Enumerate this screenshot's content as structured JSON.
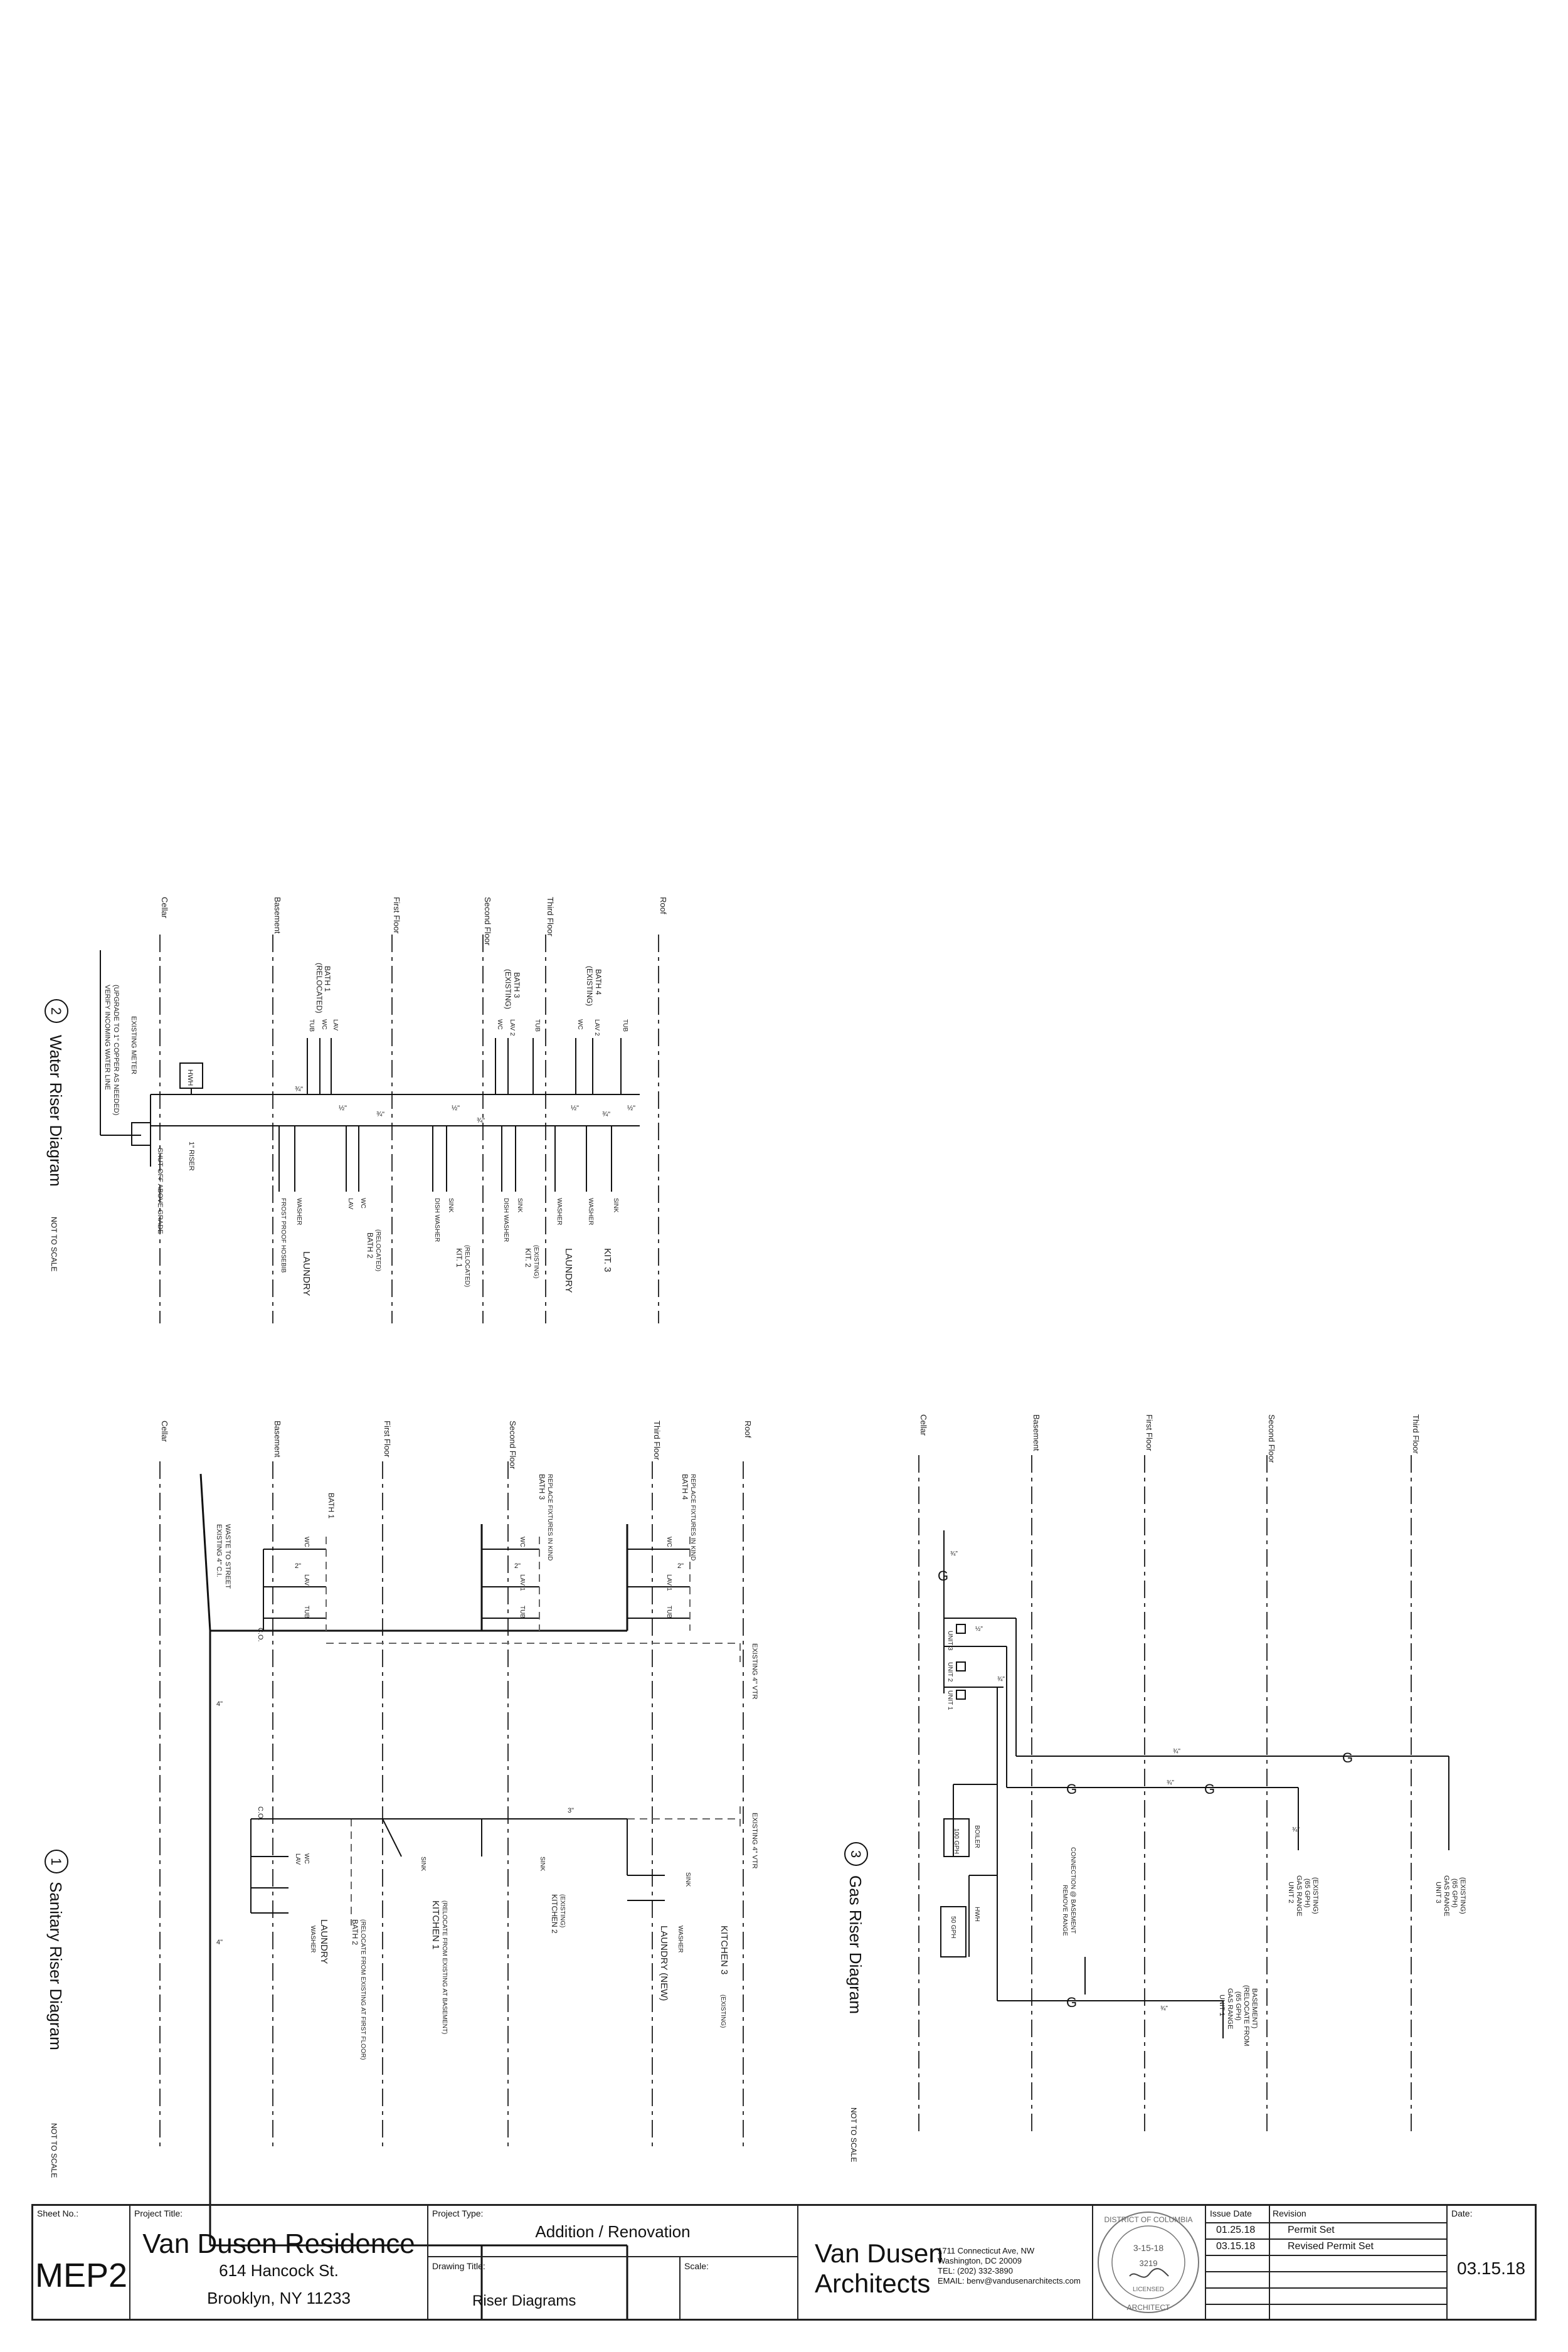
{
  "water": {
    "title": "Water Riser Diagram",
    "number": "2",
    "scale": "NOT TO SCALE",
    "floors": [
      "Cellar",
      "Basement",
      "First Floor",
      "Second Floor",
      "Third Floor",
      "Roof"
    ],
    "meter_note": "EXISTING METER",
    "main_note_1": "VERIFY INCOMING WATER LINE",
    "main_note_2": "(UPGRADE TO 1\" COPPER AS NEEDED)",
    "riser_note": "1\" RISER",
    "shutoff_note": "SHUT-OFF ABOVE GRADE",
    "hwh": "HWH",
    "left_groups": [
      {
        "name": "BATH 1",
        "note": "(RELOCATED)",
        "fixtures": [
          "TUB",
          "WC",
          "LAV"
        ]
      },
      {
        "name": "BATH 3",
        "note": "(EXISTING)",
        "fixtures": [
          "WC",
          "LAV 2",
          "TUB"
        ]
      },
      {
        "name": "BATH 4",
        "note": "(EXISTING)",
        "fixtures": [
          "WC",
          "LAV 2",
          "TUB"
        ]
      }
    ],
    "right_groups": [
      {
        "name": "LAUNDRY",
        "note": "",
        "fixtures": [
          "FROST PROOF HOSEBIB",
          "WASHER"
        ]
      },
      {
        "name": "BATH 2",
        "note": "(RELOCATED)",
        "fixtures": [
          "LAV",
          "WC"
        ]
      },
      {
        "name": "KIT. 1",
        "note": "(RELOCATED)",
        "fixtures": [
          "DISH WASHER",
          "SINK"
        ]
      },
      {
        "name": "KIT. 2",
        "note": "(EXISTING)",
        "fixtures": [
          "DISH WASHER",
          "SINK"
        ]
      },
      {
        "name": "LAUNDRY",
        "note": "",
        "fixtures": [
          "WASHER"
        ]
      },
      {
        "name": "KIT. 3",
        "note": "",
        "fixtures": [
          "WASHER",
          "SINK"
        ]
      }
    ],
    "sizes": [
      "¾\"",
      "½\"",
      "¾\"",
      "½\"",
      "¾\"",
      "½\"",
      "¾\"",
      "½\""
    ]
  },
  "sanitary": {
    "title": "Sanitary Riser Diagram",
    "number": "1",
    "scale": "NOT TO SCALE",
    "floors": [
      "Cellar",
      "Basement",
      "First Floor",
      "Second Floor",
      "Third Floor",
      "Roof"
    ],
    "waste_note_1": "EXISTING 4\" C.I.",
    "waste_note_2": "WASTE TO STREET",
    "co": "C.O.",
    "vtr": "EXISTING 4\" VTR",
    "left_groups": [
      {
        "name": "BATH 1",
        "note": "",
        "fixtures": [
          "WC",
          "LAV",
          "TUB"
        ]
      },
      {
        "name": "BATH 3",
        "note": "REPLACE FIXTURES IN KIND",
        "fixtures": [
          "WC",
          "LAV 1",
          "TUB"
        ]
      },
      {
        "name": "BATH 4",
        "note": "REPLACE FIXTURES IN KIND",
        "fixtures": [
          "WC",
          "LAV 1",
          "TUB"
        ]
      }
    ],
    "right_groups": [
      {
        "name": "BATH 2",
        "note": "(RELOCATE FROM EXISTING AT FIRST FLOOR)",
        "fixtures": [
          "LAV",
          "WC"
        ]
      },
      {
        "name": "LAUNDRY",
        "note": "",
        "fixtures": [
          "WASHER"
        ]
      },
      {
        "name": "KITCHEN 1",
        "note": "(RELOCATE FROM EXISTING AT BASEMENT)",
        "fixtures": [
          "SINK"
        ]
      },
      {
        "name": "KITCHEN 2",
        "note": "(EXISTING)",
        "fixtures": [
          "SINK"
        ]
      },
      {
        "name": "LAUNDRY (NEW)",
        "note": "",
        "fixtures": [
          "WASHER"
        ]
      },
      {
        "name": "KITCHEN 3",
        "note": "(EXISTING)",
        "fixtures": [
          "SINK"
        ]
      }
    ],
    "sizes": [
      "2\"",
      "4\"",
      "2\"",
      "3\"",
      "4\"",
      "2\""
    ]
  },
  "gas": {
    "title": "Gas Riser Diagram",
    "number": "3",
    "scale": "NOT TO SCALE",
    "floors": [
      "Cellar",
      "Basement",
      "First Floor",
      "Second Floor",
      "Third Floor"
    ],
    "meters": [
      "UNIT 3",
      "UNIT 2",
      "UNIT 1"
    ],
    "boiler": "BOILER",
    "boiler_rating": "100 GPH",
    "hwh": "HWH",
    "hwh_rating": "50 GPH",
    "connection_note_1": "REMOVE RANGE",
    "connection_note_2": "CONNECTION @ BASEMENT",
    "g": "G",
    "ranges": [
      {
        "name": "UNIT 3",
        "lines": [
          "GAS RANGE",
          "(65 GPH)",
          "(EXISTING)"
        ]
      },
      {
        "name": "UNIT 2",
        "lines": [
          "GAS RANGE",
          "(65 GPH)",
          "(EXISTING)"
        ]
      },
      {
        "name": "UNIT 1",
        "lines": [
          "GAS RANGE",
          "(65 GPH)",
          "(RELOCATE FROM",
          "BASEMENT)"
        ]
      }
    ],
    "sizes": [
      "¾\"",
      "½\"",
      "¾\"",
      "¾\"",
      "¾\"",
      "¾\"",
      "¾\""
    ]
  },
  "titleblock": {
    "sheet_no_label": "Sheet No.:",
    "sheet_no": "MEP2",
    "project_title_label": "Project Title:",
    "project_title": "Van Dusen Residence",
    "address_1": "614 Hancock St.",
    "address_2": "Brooklyn, NY 11233",
    "project_type_label": "Project Type:",
    "project_type": "Addition / Renovation",
    "drawing_title_label": "Drawing Title:",
    "drawing_title": "Riser Diagrams",
    "scale_label": "Scale:",
    "firm_1": "Van Dusen",
    "firm_2": "Architects",
    "firm_addr_1": "1711 Connecticut Ave, NW",
    "firm_addr_2": "Washington, DC 20009",
    "firm_addr_3": "TEL: (202) 332-3890",
    "firm_addr_4": "EMAIL: benv@vandusenarchitects.com",
    "seal_top": "DISTRICT OF COLUMBIA",
    "seal_mid": "3-15-18",
    "seal_num": "3219",
    "seal_bottom": "ARCHITECT",
    "seal_licensed": "LICENSED",
    "issue_date_label": "Issue Date",
    "revision_label": "Revision",
    "revisions": [
      {
        "date": "01.25.18",
        "rev": "Permit Set"
      },
      {
        "date": "03.15.18",
        "rev": "Revised Permit Set"
      }
    ],
    "date_label": "Date:",
    "date": "03.15.18"
  }
}
